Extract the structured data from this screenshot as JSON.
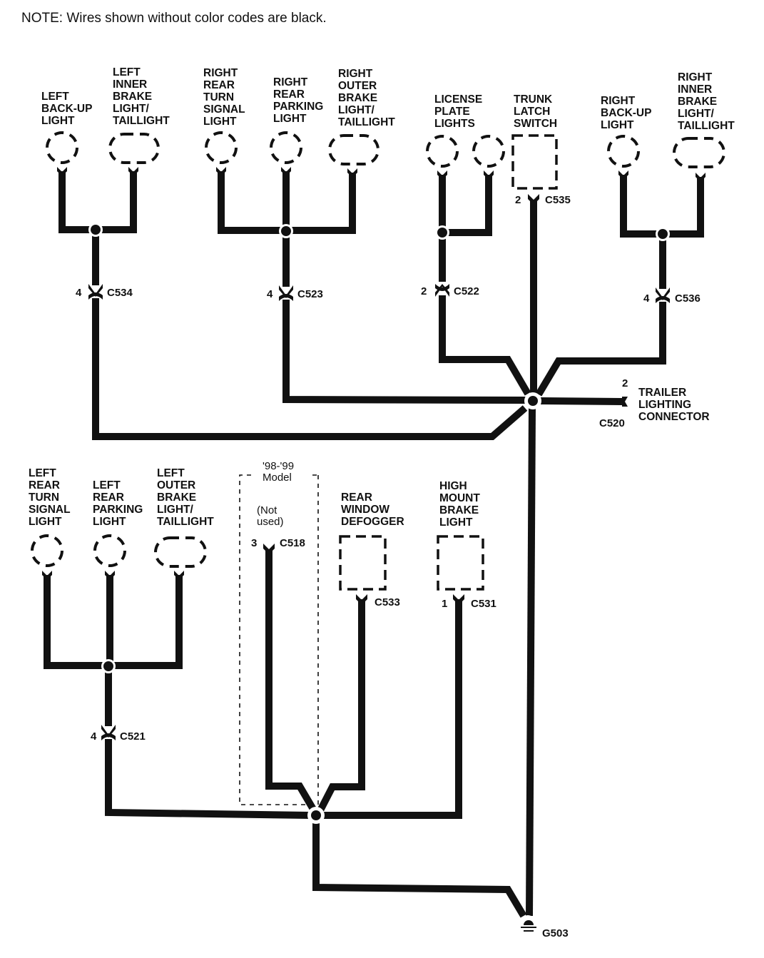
{
  "note": "NOTE: Wires shown without color codes are black.",
  "wire_color_default": "#111111",
  "components": {
    "left_backup_light": [
      "LEFT",
      "BACK-UP",
      "LIGHT"
    ],
    "left_inner_brake_light": [
      "LEFT",
      "INNER",
      "BRAKE",
      "LIGHT/",
      "TAILLIGHT"
    ],
    "right_rear_turn_signal_light": [
      "RIGHT",
      "REAR",
      "TURN",
      "SIGNAL",
      "LIGHT"
    ],
    "right_rear_parking_light": [
      "RIGHT",
      "REAR",
      "PARKING",
      "LIGHT"
    ],
    "right_outer_brake_light": [
      "RIGHT",
      "OUTER",
      "BRAKE",
      "LIGHT/",
      "TAILLIGHT"
    ],
    "license_plate_lights": [
      "LICENSE",
      "PLATE",
      "LIGHTS"
    ],
    "trunk_latch_switch": [
      "TRUNK",
      "LATCH",
      "SWITCH"
    ],
    "right_backup_light": [
      "RIGHT",
      "BACK-UP",
      "LIGHT"
    ],
    "right_inner_brake_light": [
      "RIGHT",
      "INNER",
      "BRAKE",
      "LIGHT/",
      "TAILLIGHT"
    ],
    "trailer_lighting_connector": [
      "TRAILER",
      "LIGHTING",
      "CONNECTOR"
    ],
    "left_rear_turn_signal_light": [
      "LEFT",
      "REAR",
      "TURN",
      "SIGNAL",
      "LIGHT"
    ],
    "left_rear_parking_light": [
      "LEFT",
      "REAR",
      "PARKING",
      "LIGHT"
    ],
    "left_outer_brake_light": [
      "LEFT",
      "OUTER",
      "BRAKE",
      "LIGHT/",
      "TAILLIGHT"
    ],
    "rear_window_defogger": [
      "REAR",
      "WINDOW",
      "DEFOGGER"
    ],
    "high_mount_brake_light": [
      "HIGH",
      "MOUNT",
      "BRAKE",
      "LIGHT"
    ]
  },
  "model_box": {
    "title": [
      "'98-'99",
      "Model"
    ],
    "note": [
      "(Not",
      "used)"
    ]
  },
  "connectors": {
    "c534": {
      "id": "C534",
      "pin": "4"
    },
    "c523": {
      "id": "C523",
      "pin": "4"
    },
    "c522": {
      "id": "C522",
      "pin": "2"
    },
    "c535": {
      "id": "C535",
      "pin": "2"
    },
    "c536": {
      "id": "C536",
      "pin": "4"
    },
    "c520": {
      "id": "C520",
      "pin": "2"
    },
    "c518": {
      "id": "C518",
      "pin": "3"
    },
    "c533": {
      "id": "C533",
      "pin": ""
    },
    "c531": {
      "id": "C531",
      "pin": "1"
    },
    "c521": {
      "id": "C521",
      "pin": "4"
    }
  },
  "ground": {
    "id": "G503"
  }
}
